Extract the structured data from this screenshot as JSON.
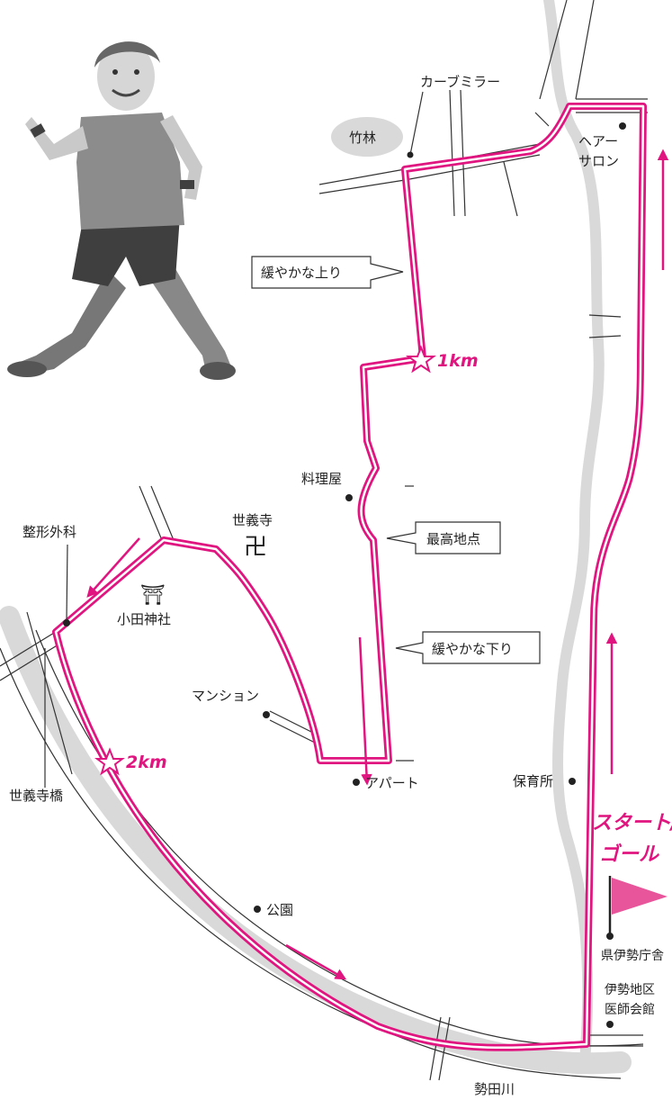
{
  "colors": {
    "route": "#e0157f",
    "route_inner": "#ffffff",
    "river": "#d9d9d9",
    "road": "#333333",
    "flag": "#e8559a",
    "bamboo_fill": "#d9d9d9"
  },
  "labels": {
    "curve_mirror": "カーブミラー",
    "bamboo": "竹林",
    "hair_salon_1": "ヘアー",
    "hair_salon_2": "サロン",
    "gentle_up": "緩やかな上り",
    "km1": "1km",
    "restaurant": "料理屋",
    "highest": "最高地点",
    "gentle_down": "緩やかな下り",
    "temple": "世義寺",
    "temple_icon": "卍",
    "clinic": "整形外科",
    "shrine": "小田神社",
    "shrine_icon": "⛩",
    "mansion": "マンション",
    "km2": "2km",
    "apartment": "アパート",
    "bridge": "世義寺橋",
    "nursery": "保育所",
    "start_goal_1": "スタート/",
    "start_goal_2": "ゴール",
    "park": "公園",
    "pref_office": "県伊勢庁舎",
    "medical_1": "伊勢地区",
    "medical_2": "医師会館",
    "river": "勢田川"
  },
  "icons": {
    "runner": "runner-illustration",
    "star": "star-icon",
    "flag": "flag-icon",
    "arrow": "direction-arrow-icon"
  }
}
